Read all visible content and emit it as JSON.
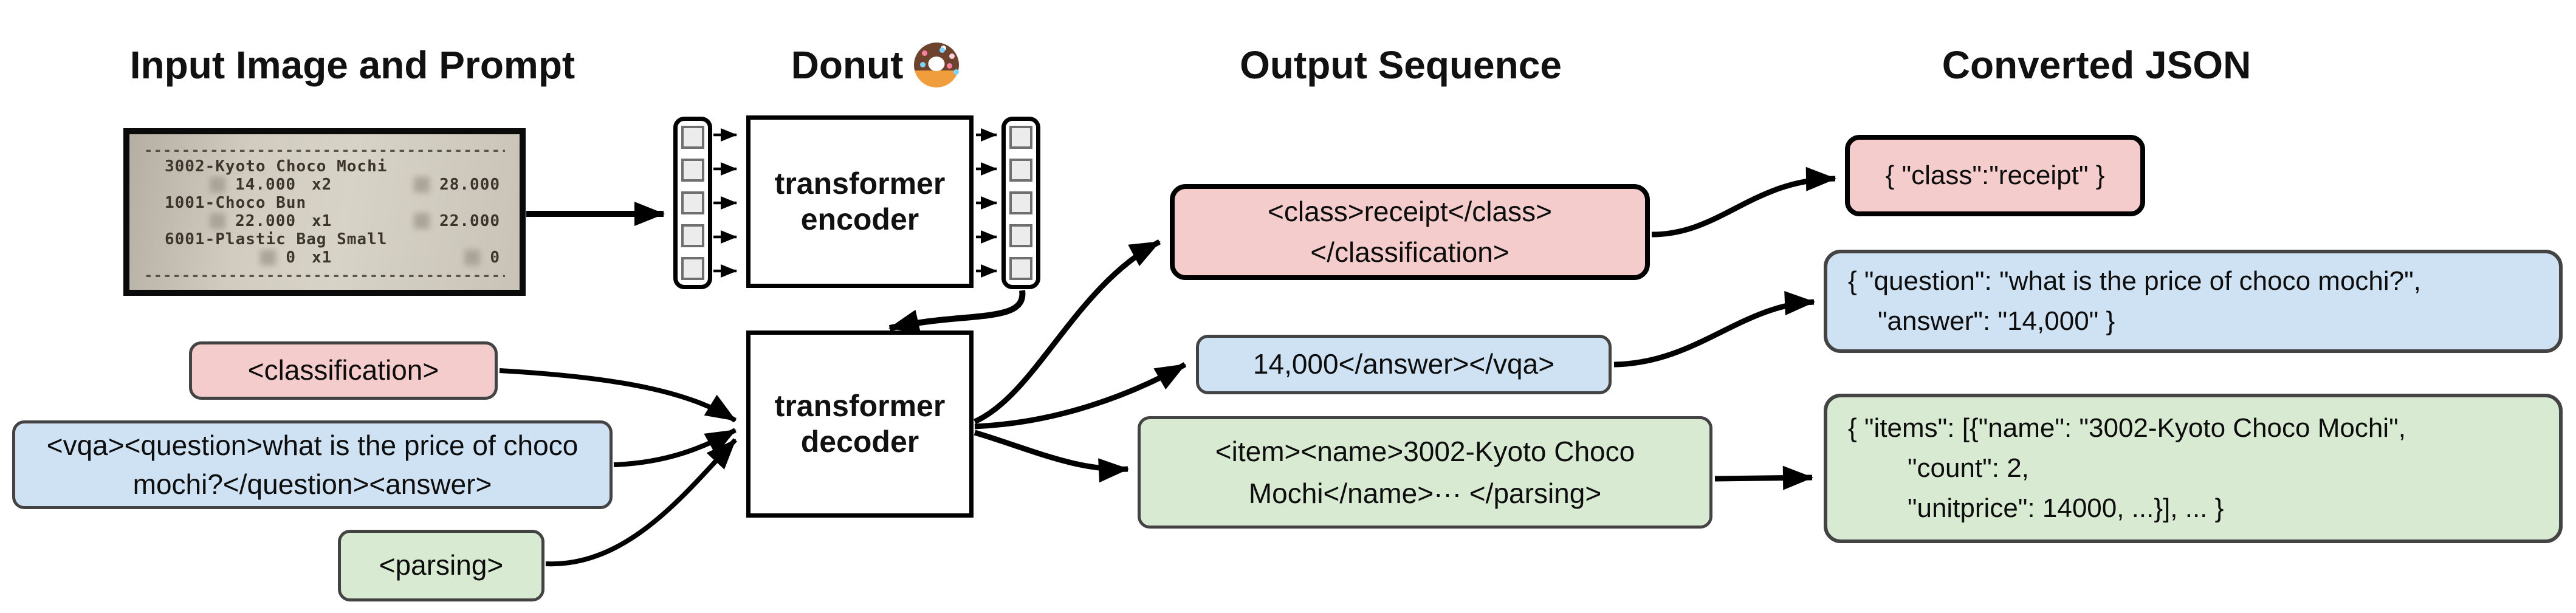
{
  "titles": {
    "input": "Input Image and Prompt",
    "model": "Donut",
    "model_icon": "🍩",
    "output": "Output Sequence",
    "json": "Converted JSON"
  },
  "receipt": {
    "separator": "------------------------------------------------",
    "items": [
      {
        "name": "3002-Kyoto Choco Mochi",
        "unitprice": "14.000",
        "qty": "x2",
        "total": "28.000"
      },
      {
        "name": "1001-Choco Bun",
        "unitprice": "22.000",
        "qty": "x1",
        "total": "22.000"
      },
      {
        "name": "6001-Plastic Bag Small",
        "unitprice": "0",
        "qty": "x1",
        "total": "0"
      }
    ]
  },
  "model": {
    "encoder_line1": "transformer",
    "encoder_line2": "encoder",
    "decoder_line1": "transformer",
    "decoder_line2": "decoder"
  },
  "prompts": {
    "classification": "<classification>",
    "vqa": "<vqa><question>what is the price of choco mochi?</question><answer>",
    "parsing": "<parsing>"
  },
  "outputs": {
    "classification_line1": "<class>receipt</class>",
    "classification_line2": "</classification>",
    "vqa": "14,000</answer></vqa>",
    "parsing_line1": "<item><name>3002-Kyoto Choco",
    "parsing_line2": "Mochi</name>··· </parsing>"
  },
  "json_outputs": {
    "classification": "{ \"class\":\"receipt\" }",
    "vqa_line1": "{ \"question\": \"what is the price of choco mochi?\",",
    "vqa_line2": "\"answer\": \"14,000\" }",
    "parsing_line1": "{ \"items\": [{\"name\": \"3002-Kyoto Choco Mochi\",",
    "parsing_line2": "\"count\": 2,",
    "parsing_line3": "\"unitprice\": 14000, ...}], ... }"
  },
  "colors": {
    "classification_fill": "#f4cccc",
    "vqa_fill": "#cfe2f3",
    "parsing_fill": "#d9ead3",
    "border_gray": "#434343",
    "border_black": "#000000",
    "patch_fill": "#ececec"
  }
}
